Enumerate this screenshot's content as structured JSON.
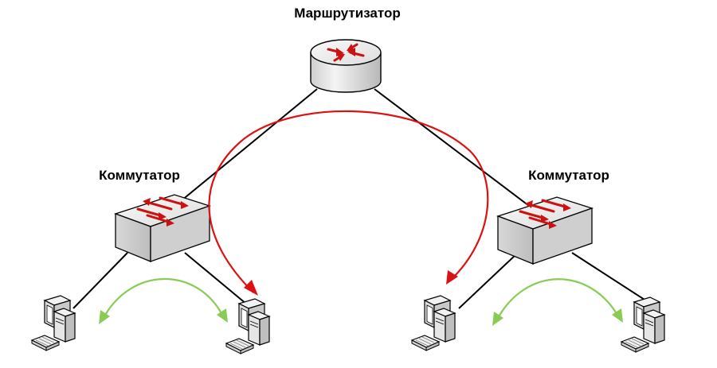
{
  "labels": {
    "router": "Маршрутизатор",
    "switch_left": "Коммутатор",
    "switch_right": "Коммутатор"
  },
  "nodes": {
    "router": {
      "icon": "router-icon"
    },
    "switch_left": {
      "icon": "switch-icon"
    },
    "switch_right": {
      "icon": "switch-icon"
    },
    "pc_1": {
      "icon": "computer-icon"
    },
    "pc_2": {
      "icon": "computer-icon"
    },
    "pc_3": {
      "icon": "computer-icon"
    },
    "pc_4": {
      "icon": "computer-icon"
    }
  },
  "colors": {
    "link": "#000000",
    "routed_traffic": "#dd1111",
    "switched_traffic": "#88cc55",
    "device_body": "#e4e4e4",
    "device_arrow": "#cc1111"
  }
}
